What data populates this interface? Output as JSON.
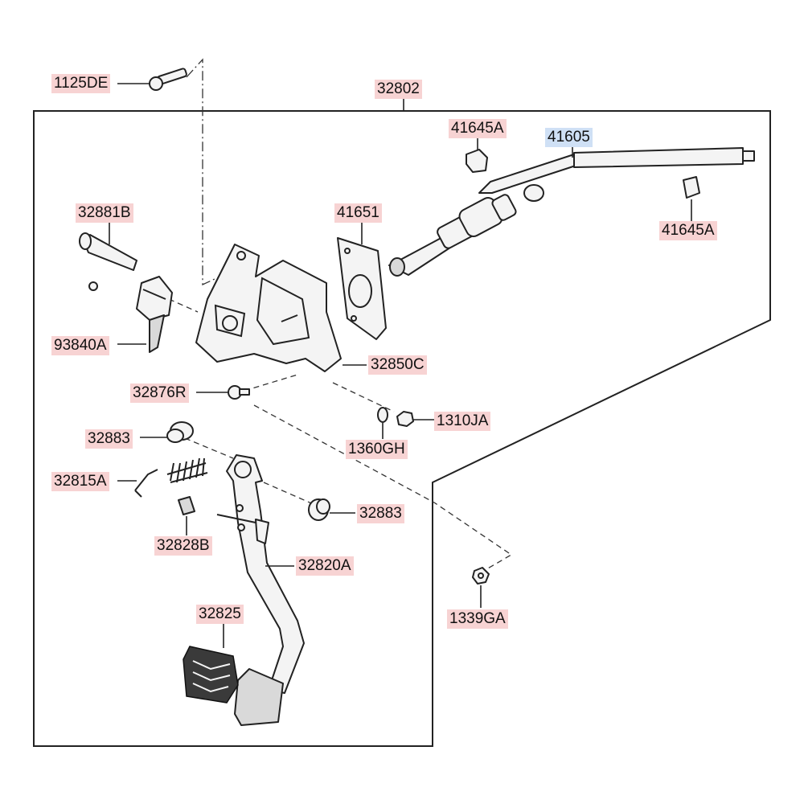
{
  "labels": {
    "l_1125DE": "1125DE",
    "l_32802": "32802",
    "l_41645A_top": "41645A",
    "l_41605": "41605",
    "l_32881B": "32881B",
    "l_41651": "41651",
    "l_41645A_right": "41645A",
    "l_93840A": "93840A",
    "l_32850C": "32850C",
    "l_32876R": "32876R",
    "l_1310JA": "1310JA",
    "l_1360GH": "1360GH",
    "l_32883_left": "32883",
    "l_32815A": "32815A",
    "l_32883_right": "32883",
    "l_32828B": "32828B",
    "l_32820A": "32820A",
    "l_1339GA": "1339GA",
    "l_32825": "32825"
  },
  "colors": {
    "label_highlight": "#f7d3d3",
    "selected_highlight": "#cfe0f5",
    "line": "#222222"
  }
}
